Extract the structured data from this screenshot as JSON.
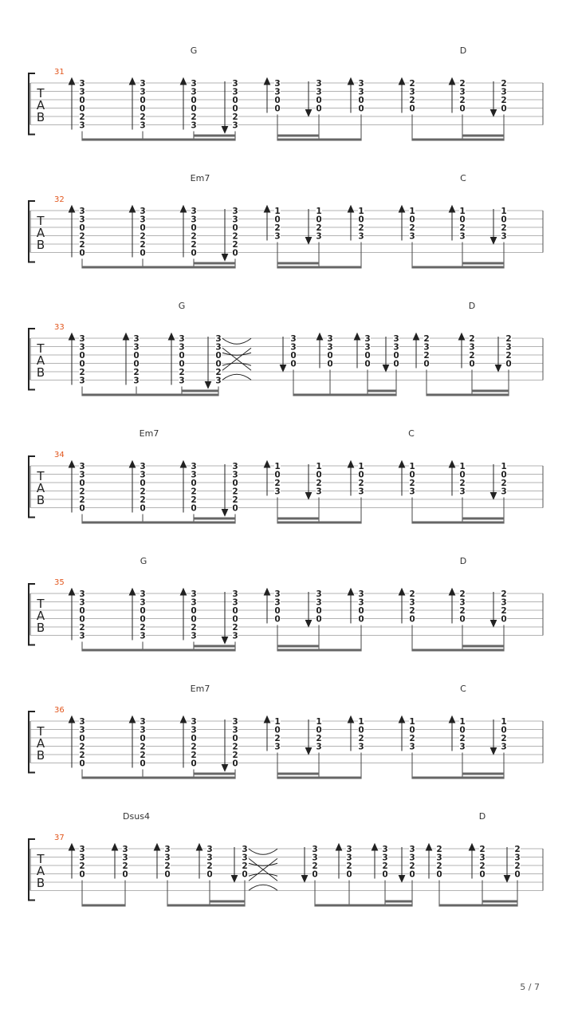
{
  "page_number": "5 / 7",
  "tab_letters": [
    "T",
    "A",
    "B"
  ],
  "rows": [
    {
      "measure": "31",
      "chord1": "G",
      "chord2": "D",
      "cols": [
        {
          "f": [
            "3",
            "3",
            "0",
            "0",
            "2",
            "3"
          ],
          "a": "up"
        },
        {
          "f": [
            "3",
            "3",
            "0",
            "0",
            "2",
            "3"
          ],
          "a": "up"
        },
        {
          "f": [
            "3",
            "3",
            "0",
            "0",
            "2",
            "3"
          ],
          "a": "up"
        },
        {
          "f": [
            "3",
            "3",
            "0",
            "0",
            "2",
            "3"
          ],
          "a": "down"
        },
        {
          "f": [
            "3",
            "3",
            "0",
            "0"
          ],
          "a": "up"
        },
        {
          "f": [
            "3",
            "3",
            "0",
            "0"
          ],
          "a": "down"
        },
        {
          "f": [
            "3",
            "3",
            "0",
            "0"
          ],
          "a": "up"
        },
        {
          "f": [
            "2",
            "3",
            "2",
            "0"
          ],
          "a": "up"
        },
        {
          "f": [
            "2",
            "3",
            "2",
            "0"
          ],
          "a": "up"
        },
        {
          "f": [
            "2",
            "3",
            "2",
            "0"
          ],
          "a": "down"
        }
      ]
    },
    {
      "measure": "32",
      "chord1": "Em7",
      "chord2": "C",
      "cols": [
        {
          "f": [
            "3",
            "3",
            "0",
            "2",
            "2",
            "0"
          ],
          "a": "up"
        },
        {
          "f": [
            "3",
            "3",
            "0",
            "2",
            "2",
            "0"
          ],
          "a": "up"
        },
        {
          "f": [
            "3",
            "3",
            "0",
            "2",
            "2",
            "0"
          ],
          "a": "up"
        },
        {
          "f": [
            "3",
            "3",
            "0",
            "2",
            "2",
            "0"
          ],
          "a": "down"
        },
        {
          "f": [
            "1",
            "0",
            "2",
            "3"
          ],
          "a": "up"
        },
        {
          "f": [
            "1",
            "0",
            "2",
            "3"
          ],
          "a": "down"
        },
        {
          "f": [
            "1",
            "0",
            "2",
            "3"
          ],
          "a": "up"
        },
        {
          "f": [
            "1",
            "0",
            "2",
            "3"
          ],
          "a": "up"
        },
        {
          "f": [
            "1",
            "0",
            "2",
            "3"
          ],
          "a": "up"
        },
        {
          "f": [
            "1",
            "0",
            "2",
            "3"
          ],
          "a": "down"
        }
      ]
    },
    {
      "measure": "33",
      "chord1": "G",
      "chord2": "D",
      "cols": [
        {
          "f": [
            "3",
            "3",
            "0",
            "0",
            "2",
            "3"
          ],
          "a": "up"
        },
        {
          "f": [
            "3",
            "3",
            "0",
            "0",
            "2",
            "3"
          ],
          "a": "up"
        },
        {
          "f": [
            "3",
            "3",
            "0",
            "0",
            "2",
            "3"
          ],
          "a": "up"
        },
        {
          "f": [
            "3",
            "3",
            "0",
            "0",
            "2",
            "3"
          ],
          "a": "down"
        },
        {
          "f": [
            "3",
            "3",
            "0",
            "0"
          ],
          "a": "down"
        },
        {
          "f": [
            "3",
            "3",
            "0",
            "0"
          ],
          "a": "up"
        },
        {
          "f": [
            "3",
            "3",
            "0",
            "0"
          ],
          "a": "up"
        },
        {
          "f": [
            "3",
            "3",
            "0",
            "0"
          ],
          "a": "down"
        },
        {
          "f": [
            "2",
            "3",
            "2",
            "0"
          ],
          "a": "up"
        },
        {
          "f": [
            "2",
            "3",
            "2",
            "0"
          ],
          "a": "up"
        },
        {
          "f": [
            "2",
            "3",
            "2",
            "0"
          ],
          "a": "down"
        }
      ]
    },
    {
      "measure": "34",
      "chord1": "Em7",
      "chord2": "C",
      "cols": [
        {
          "f": [
            "3",
            "3",
            "0",
            "2",
            "2",
            "0"
          ],
          "a": "up"
        },
        {
          "f": [
            "3",
            "3",
            "0",
            "2",
            "2",
            "0"
          ],
          "a": "up"
        },
        {
          "f": [
            "3",
            "3",
            "0",
            "2",
            "2",
            "0"
          ],
          "a": "up"
        },
        {
          "f": [
            "3",
            "3",
            "0",
            "2",
            "2",
            "0"
          ],
          "a": "down"
        },
        {
          "f": [
            "1",
            "0",
            "2",
            "3"
          ],
          "a": "up"
        },
        {
          "f": [
            "1",
            "0",
            "2",
            "3"
          ],
          "a": "down"
        },
        {
          "f": [
            "1",
            "0",
            "2",
            "3"
          ],
          "a": "up"
        },
        {
          "f": [
            "1",
            "0",
            "2",
            "3"
          ],
          "a": "up"
        },
        {
          "f": [
            "1",
            "0",
            "2",
            "3"
          ],
          "a": "up"
        },
        {
          "f": [
            "1",
            "0",
            "2",
            "3"
          ],
          "a": "down"
        }
      ]
    },
    {
      "measure": "35",
      "chord1": "G",
      "chord2": "D",
      "cols": [
        {
          "f": [
            "3",
            "3",
            "0",
            "0",
            "2",
            "3"
          ],
          "a": "up"
        },
        {
          "f": [
            "3",
            "3",
            "0",
            "0",
            "2",
            "3"
          ],
          "a": "up"
        },
        {
          "f": [
            "3",
            "3",
            "0",
            "0",
            "2",
            "3"
          ],
          "a": "up"
        },
        {
          "f": [
            "3",
            "3",
            "0",
            "0",
            "2",
            "3"
          ],
          "a": "down"
        },
        {
          "f": [
            "3",
            "3",
            "0",
            "0"
          ],
          "a": "up"
        },
        {
          "f": [
            "3",
            "3",
            "0",
            "0"
          ],
          "a": "down"
        },
        {
          "f": [
            "3",
            "3",
            "0",
            "0"
          ],
          "a": "up"
        },
        {
          "f": [
            "2",
            "3",
            "2",
            "0"
          ],
          "a": "up"
        },
        {
          "f": [
            "2",
            "3",
            "2",
            "0"
          ],
          "a": "up"
        },
        {
          "f": [
            "2",
            "3",
            "2",
            "0"
          ],
          "a": "down"
        }
      ]
    },
    {
      "measure": "36",
      "chord1": "Em7",
      "chord2": "C",
      "cols": [
        {
          "f": [
            "3",
            "3",
            "0",
            "2",
            "2",
            "0"
          ],
          "a": "up"
        },
        {
          "f": [
            "3",
            "3",
            "0",
            "2",
            "2",
            "0"
          ],
          "a": "up"
        },
        {
          "f": [
            "3",
            "3",
            "0",
            "2",
            "2",
            "0"
          ],
          "a": "up"
        },
        {
          "f": [
            "3",
            "3",
            "0",
            "2",
            "2",
            "0"
          ],
          "a": "down"
        },
        {
          "f": [
            "1",
            "0",
            "2",
            "3"
          ],
          "a": "up"
        },
        {
          "f": [
            "1",
            "0",
            "2",
            "3"
          ],
          "a": "down"
        },
        {
          "f": [
            "1",
            "0",
            "2",
            "3"
          ],
          "a": "up"
        },
        {
          "f": [
            "1",
            "0",
            "2",
            "3"
          ],
          "a": "up"
        },
        {
          "f": [
            "1",
            "0",
            "2",
            "3"
          ],
          "a": "up"
        },
        {
          "f": [
            "1",
            "0",
            "2",
            "3"
          ],
          "a": "down"
        }
      ]
    },
    {
      "measure": "37",
      "chord1": "Dsus4",
      "chord2": "D",
      "cols": [
        {
          "f": [
            "3",
            "3",
            "2",
            "0"
          ],
          "a": "up"
        },
        {
          "f": [
            "3",
            "3",
            "2",
            "0"
          ],
          "a": "up"
        },
        {
          "f": [
            "3",
            "3",
            "2",
            "0"
          ],
          "a": "up"
        },
        {
          "f": [
            "3",
            "3",
            "2",
            "0"
          ],
          "a": "up"
        },
        {
          "f": [
            "3",
            "3",
            "2",
            "0"
          ],
          "a": "down"
        },
        {
          "f": [
            "3",
            "3",
            "2",
            "0"
          ],
          "a": "down"
        },
        {
          "f": [
            "3",
            "3",
            "2",
            "0"
          ],
          "a": "up"
        },
        {
          "f": [
            "3",
            "3",
            "2",
            "0"
          ],
          "a": "up"
        },
        {
          "f": [
            "3",
            "3",
            "2",
            "0"
          ],
          "a": "down"
        },
        {
          "f": [
            "2",
            "3",
            "2",
            "0"
          ],
          "a": "up"
        },
        {
          "f": [
            "2",
            "3",
            "2",
            "0"
          ],
          "a": "up"
        },
        {
          "f": [
            "2",
            "3",
            "2",
            "0"
          ],
          "a": "down"
        }
      ]
    }
  ]
}
